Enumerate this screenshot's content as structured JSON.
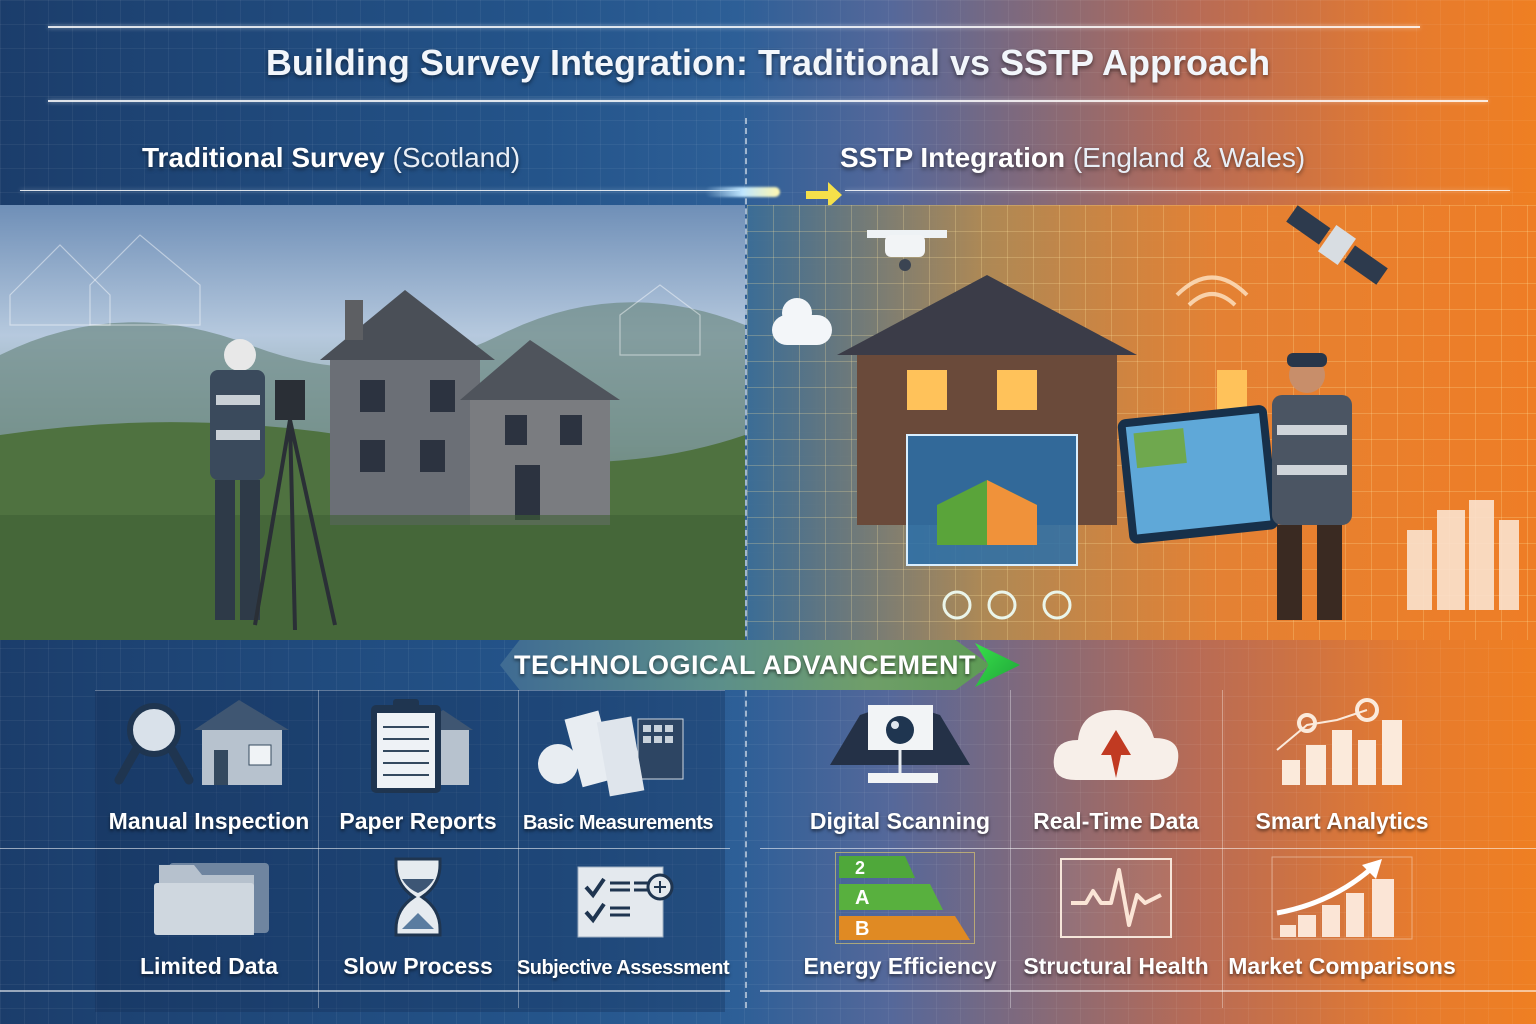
{
  "header": {
    "title": "Building Survey Integration: Traditional vs SSTP Approach"
  },
  "left_section": {
    "title_bold": "Traditional Survey",
    "title_sub": "(Scotland)",
    "scene_description": "Surveyor with tripod theodolite in front of stone house in hilly landscape",
    "features": [
      {
        "label": "Manual Inspection",
        "icon": "magnifier-house-icon"
      },
      {
        "label": "Paper Reports",
        "icon": "clipboard-house-icon"
      },
      {
        "label": "Basic Measurements",
        "icon": "papers-calculator-icon"
      },
      {
        "label": "Limited Data",
        "icon": "folder-icon"
      },
      {
        "label": "Slow Process",
        "icon": "hourglass-icon"
      },
      {
        "label": "Subjective Assessment",
        "icon": "checklist-icon"
      }
    ]
  },
  "right_section": {
    "title_bold": "SSTP Integration",
    "title_sub": "(England & Wales)",
    "scene_description": "Surveyor with tablet in front of house with drone, satellite, wifi and data overlays",
    "features": [
      {
        "label": "Digital Scanning",
        "icon": "scanner-icon"
      },
      {
        "label": "Real-Time Data",
        "icon": "cloud-download-icon"
      },
      {
        "label": "Smart Analytics",
        "icon": "bar-chart-gears-icon"
      },
      {
        "label": "Energy Efficiency",
        "icon": "energy-rating-icon",
        "ratings": [
          "2",
          "A",
          "B"
        ]
      },
      {
        "label": "Structural Health",
        "icon": "heartbeat-monitor-icon"
      },
      {
        "label": "Market Comparisons",
        "icon": "trend-up-chart-icon"
      }
    ]
  },
  "banner": {
    "label": "TECHNOLOGICAL ADVANCEMENT"
  },
  "colors": {
    "left_bg": "#1b3d6b",
    "right_bg": "#ef7f22",
    "banner_green": "#37e04a",
    "arrow_yellow": "#f5e04a"
  }
}
